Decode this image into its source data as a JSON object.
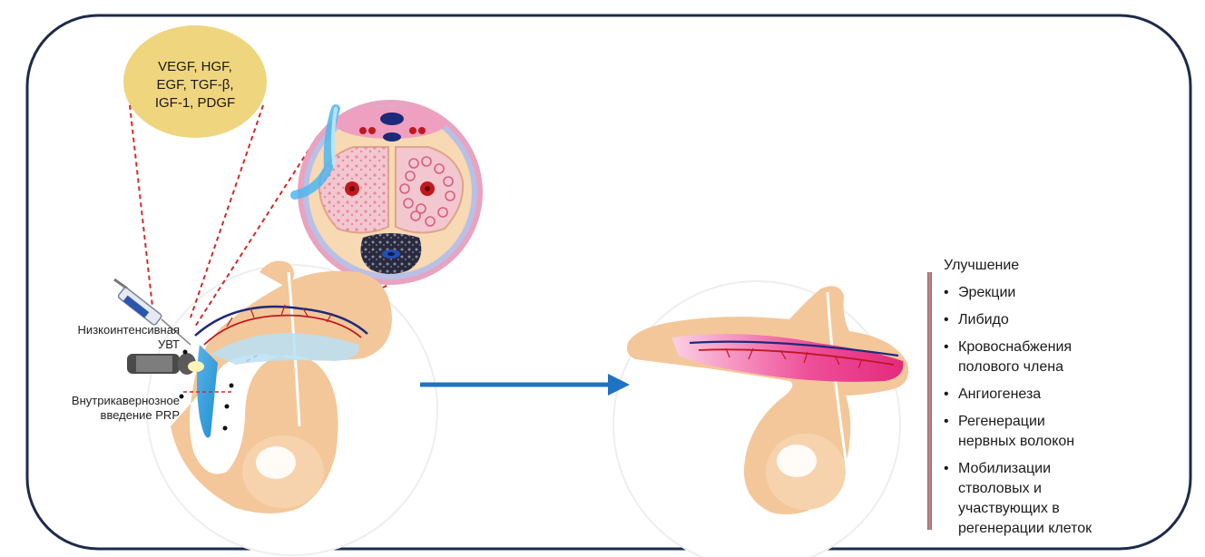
{
  "growth_factors": {
    "lines": [
      "VEGF, HGF,",
      "EGF, TGF-β,",
      "IGF-1, PDGF"
    ]
  },
  "labels": {
    "uvt": [
      "Низкоинтенсивная",
      "УВТ"
    ],
    "prp": [
      "Внутрикавернозное",
      "введение PRP"
    ]
  },
  "improvement": {
    "title": "Улучшение",
    "items": [
      [
        "Эрекции"
      ],
      [
        "Либидо"
      ],
      [
        "Кровоснабжения",
        "полового члена"
      ],
      [
        "Ангиогенеза"
      ],
      [
        "Регенерации",
        "нервных волокон"
      ],
      [
        "Мобилизации",
        "стволовых и",
        "участвующих в",
        "регенерации клеток"
      ]
    ]
  },
  "colors": {
    "frame": "#1d2a4a",
    "bubble": "#f0d57f",
    "skin": "#f3c79a",
    "skin_dark": "#e6a878",
    "dashed": "#d12a2a",
    "arrow": "#1f72c4",
    "treated": "#e8358a",
    "vessel_red": "#c0181f",
    "vessel_blue": "#1d2a7a",
    "blue_fill": "#7fc4ec"
  }
}
